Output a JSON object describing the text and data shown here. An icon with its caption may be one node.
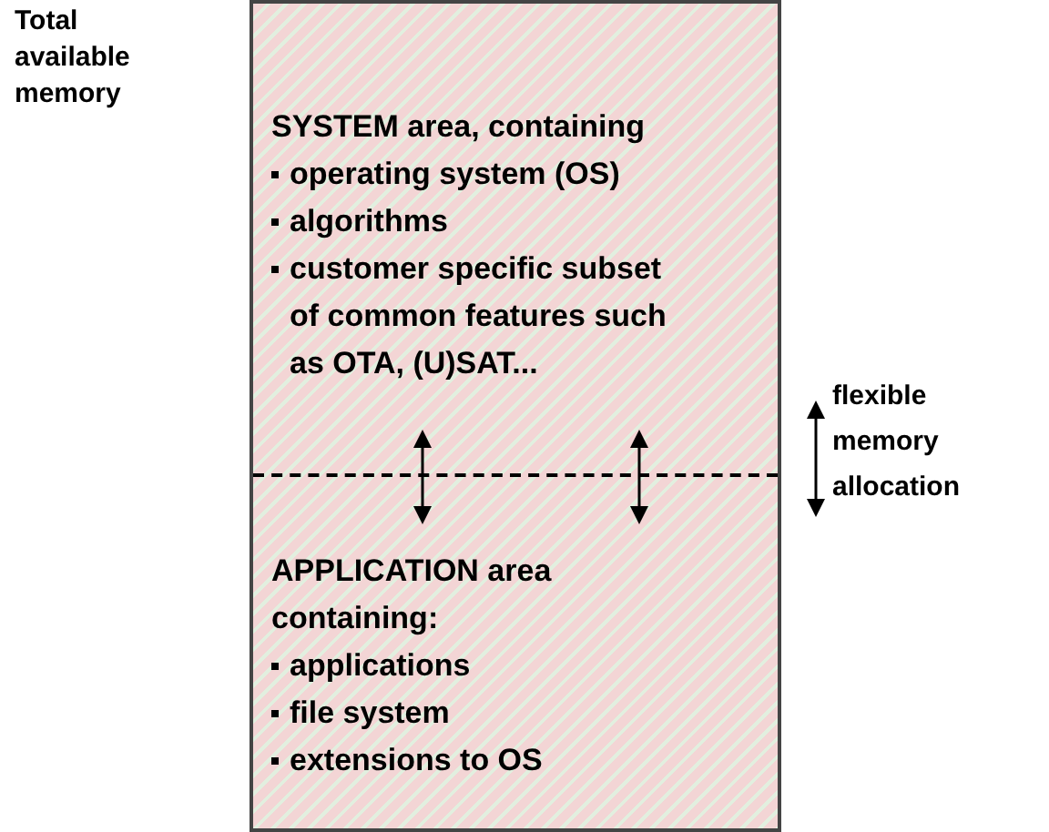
{
  "diagram": {
    "nodes": [
      {
        "text": [],
        "shape": "box"
      },
      {
        "text": [
          "SYSTEM area, containing",
          "operating system (OS)",
          "algorithms",
          "customer specific subset of common features such as OTA, (U)SAT..."
        ],
        "in": 0
      },
      {
        "text": [
          "APPLICATION area containing:",
          "applications",
          "file system",
          "extensions to OS"
        ],
        "in": 0
      }
    ],
    "edges": [],
    "labels": [
      "Total available memory",
      "flexible memory allocation"
    ]
  }
}
